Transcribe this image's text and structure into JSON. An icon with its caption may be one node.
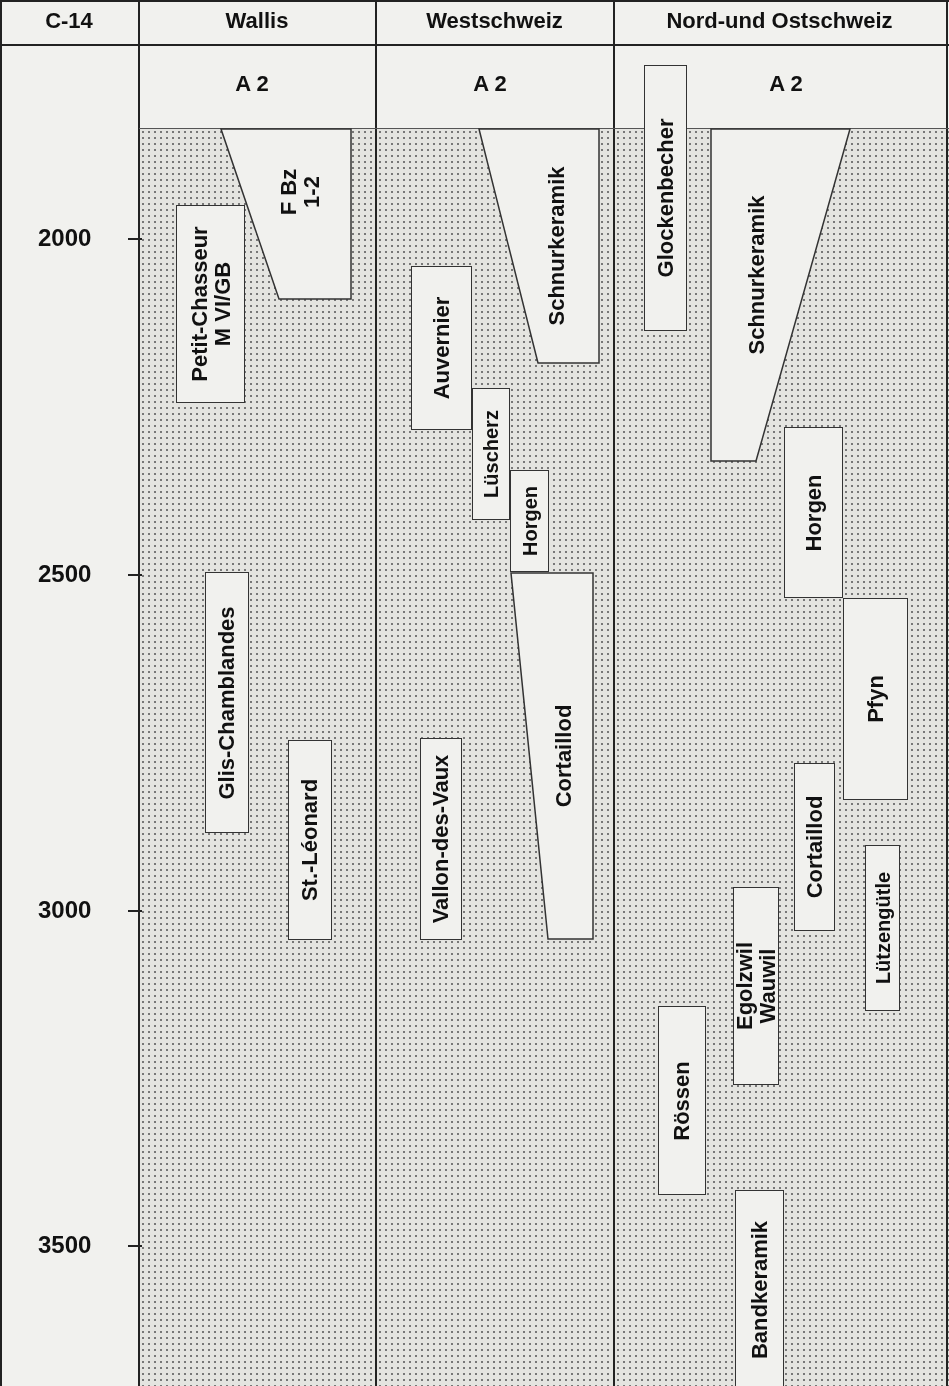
{
  "diagram": {
    "nodes": [
      {
        "text": [
          "Petit-Chasseur",
          "M VI/GB"
        ]
      },
      {
        "text": [
          "F Bz 1-2"
        ]
      },
      {
        "text": [
          "Glis-Chamblandes"
        ]
      },
      {
        "text": [
          "St.-Léonard"
        ]
      },
      {
        "text": [
          "Auvernier"
        ]
      },
      {
        "text": [
          "Schnurkeramik"
        ]
      },
      {
        "text": [
          "Lüscherz"
        ]
      },
      {
        "text": [
          "Horgen"
        ]
      },
      {
        "text": [
          "Cortaillod"
        ]
      },
      {
        "text": [
          "Vallon-des-Vaux"
        ]
      },
      {
        "text": [
          "Glockenbecher"
        ]
      },
      {
        "text": [
          "Schnurkeramik"
        ]
      },
      {
        "text": [
          "Horgen"
        ]
      },
      {
        "text": [
          "Pfyn"
        ]
      },
      {
        "text": [
          "Cortaillod"
        ]
      },
      {
        "text": [
          "Lützengütle"
        ]
      },
      {
        "text": [
          "Egolzwil Wauwil"
        ]
      },
      {
        "text": [
          "Rössen"
        ]
      },
      {
        "text": [
          "Bandkeramik"
        ]
      }
    ],
    "edges": [],
    "labels": [
      "C-14",
      "Wallis",
      "Westschweiz",
      "Nord-und Ostschweiz",
      "A 2",
      "A 2",
      "A 2",
      "2000",
      "2500",
      "3000",
      "3500"
    ]
  }
}
